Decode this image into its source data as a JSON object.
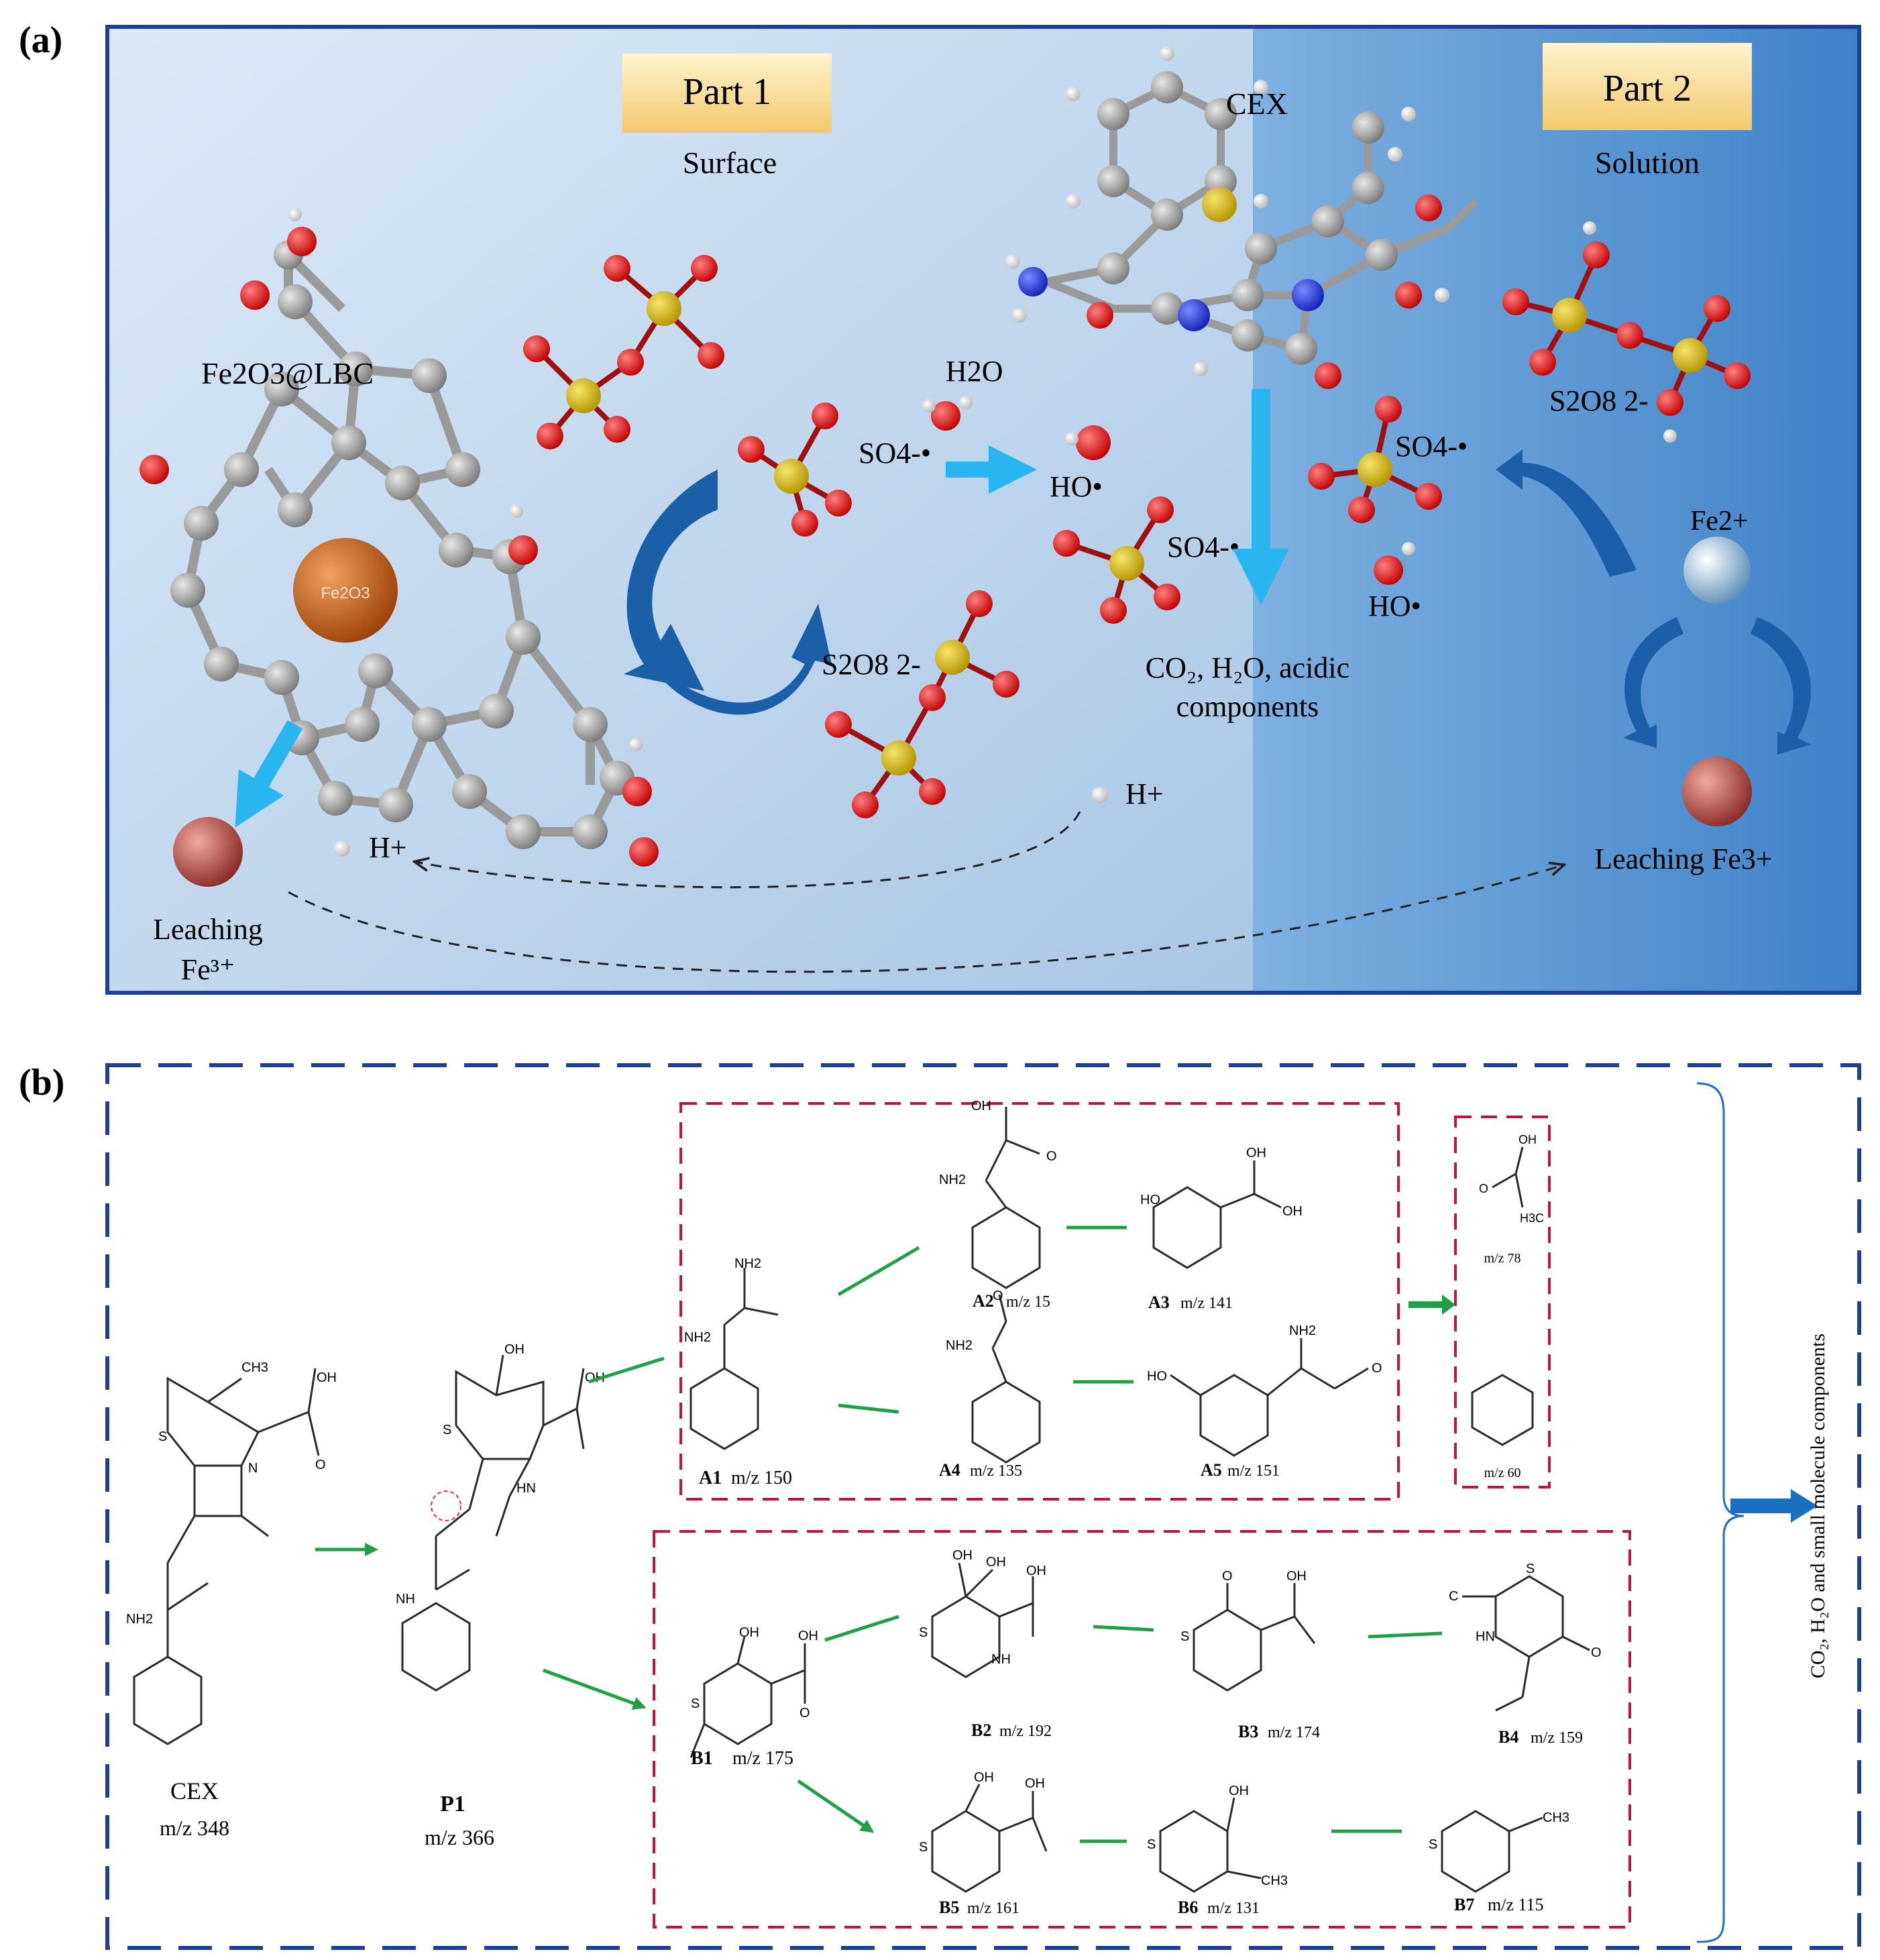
{
  "panel_a": {
    "label": "(a)",
    "part1_title": "Part 1",
    "part1_sub": "Surface",
    "part2_title": "Part 2",
    "part2_sub": "Solution",
    "cex_label": "CEX",
    "catalyst_label": "Fe2O3@LBC",
    "core_label": "Fe2O3",
    "persulfate_left": "S2O8 2-",
    "persulfate_right": "S2O8 2-",
    "sulfate_radical_1": "SO4-•",
    "sulfate_radical_2": "SO4-•",
    "sulfate_radical_3": "SO4-•",
    "water_label": "H2O",
    "hydroxyl_1": "HO•",
    "hydroxyl_2": "HO•",
    "products": "CO2, H2O, acidic components",
    "proton_1": "H+",
    "proton_2": "H+",
    "leaching_left": "Leaching Fe3+",
    "leaching_right": "Leaching Fe3+",
    "fe2_label": "Fe2+",
    "colors": {
      "frame": "#1f3f9a",
      "arrow_light": "#29b6f0",
      "arrow_dark": "#1a5fa8",
      "core": "#c8611c"
    }
  },
  "panel_b": {
    "label": "(b)",
    "cex": {
      "name": "CEX",
      "mz": "m/z 348"
    },
    "p1": {
      "name": "P1",
      "mz": "m/z 366"
    },
    "a1": {
      "name": "A1",
      "mz": "m/z 150"
    },
    "a2": {
      "name": "A2",
      "mz": "m/z 15"
    },
    "a3": {
      "name": "A3",
      "mz": "m/z 141"
    },
    "a4": {
      "name": "A4",
      "mz": "m/z 135"
    },
    "a5": {
      "name": "A5",
      "mz": "m/z 151"
    },
    "c1": {
      "mz": "m/z 78"
    },
    "c2": {
      "mz": "m/z 60"
    },
    "b1": {
      "name": "B1",
      "mz": "m/z 175"
    },
    "b2": {
      "name": "B2",
      "mz": "m/z 192"
    },
    "b3": {
      "name": "B3",
      "mz": "m/z 174"
    },
    "b4": {
      "name": "B4",
      "mz": "m/z 159"
    },
    "b5": {
      "name": "B5",
      "mz": "m/z 161"
    },
    "b6": {
      "name": "B6",
      "mz": "m/z 131"
    },
    "b7": {
      "name": "B7",
      "mz": "m/z 115"
    },
    "final": "CO2, H2O and small molecule components",
    "atoms": {
      "oh": "OH",
      "o": "O",
      "nh2": "NH2",
      "s": "S",
      "n": "N",
      "hn": "HN",
      "ho": "HO",
      "ch3": "CH3",
      "h3c": "H3C",
      "c": "C",
      "nh": "NH"
    },
    "colors": {
      "outer": "#1f3f9a",
      "group": "#c0143c",
      "arrow": "#1fa046",
      "final_arrow": "#1a6fc0"
    }
  }
}
